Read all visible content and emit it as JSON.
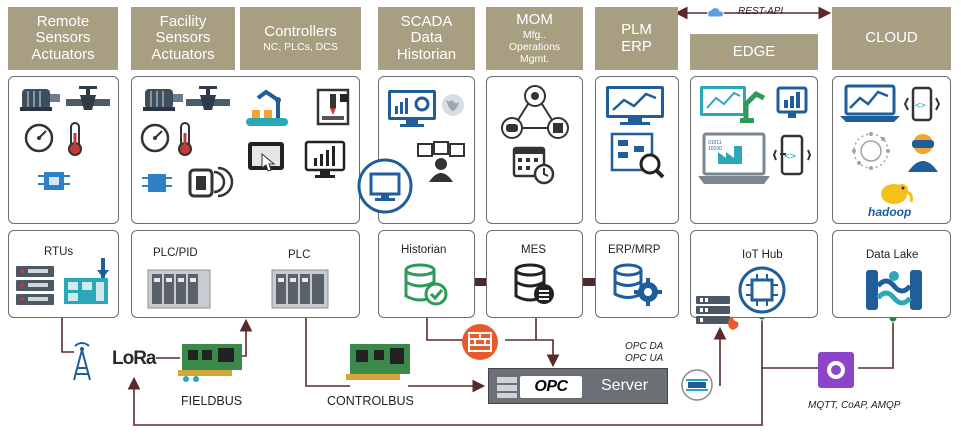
{
  "headers": {
    "remote": "Remote Sensors Actuators",
    "facility": "Facility Sensors Actuators",
    "controllers": "Controllers",
    "controllers_sub": "NC, PLCs, DCS",
    "scada": "SCADA Data Historian",
    "mom": "MOM",
    "mom_sub": "Mfg.. Operations Mgmt.",
    "plm": "PLM ERP",
    "edge": "EDGE",
    "cloud": "CLOUD"
  },
  "top_link_label": "REST-API",
  "components": {
    "rtus": "RTUs",
    "plc_pid": "PLC/PID",
    "plc": "PLC",
    "historian": "Historian",
    "mes": "MES",
    "erp_mrp": "ERP/MRP",
    "iot_hub": "IoT Hub",
    "data_lake": "Data Lake"
  },
  "bottom": {
    "lora": "LoRa",
    "fieldbus": "FIELDBUS",
    "controlbus": "CONTROLBUS",
    "opc_server": "Server",
    "opc_logo": "OPC",
    "opc_da": "OPC DA",
    "opc_ua": "OPC UA",
    "mqtt": "MQTT, CoAP, AMQP",
    "hadoop": "hadoop"
  },
  "colors": {
    "header_bg": "#a89f83",
    "wire": "#5a2a2a",
    "accent_blue": "#1f5e9a",
    "accent_green": "#2e9a58",
    "accent_cyan": "#2aa7b8"
  }
}
